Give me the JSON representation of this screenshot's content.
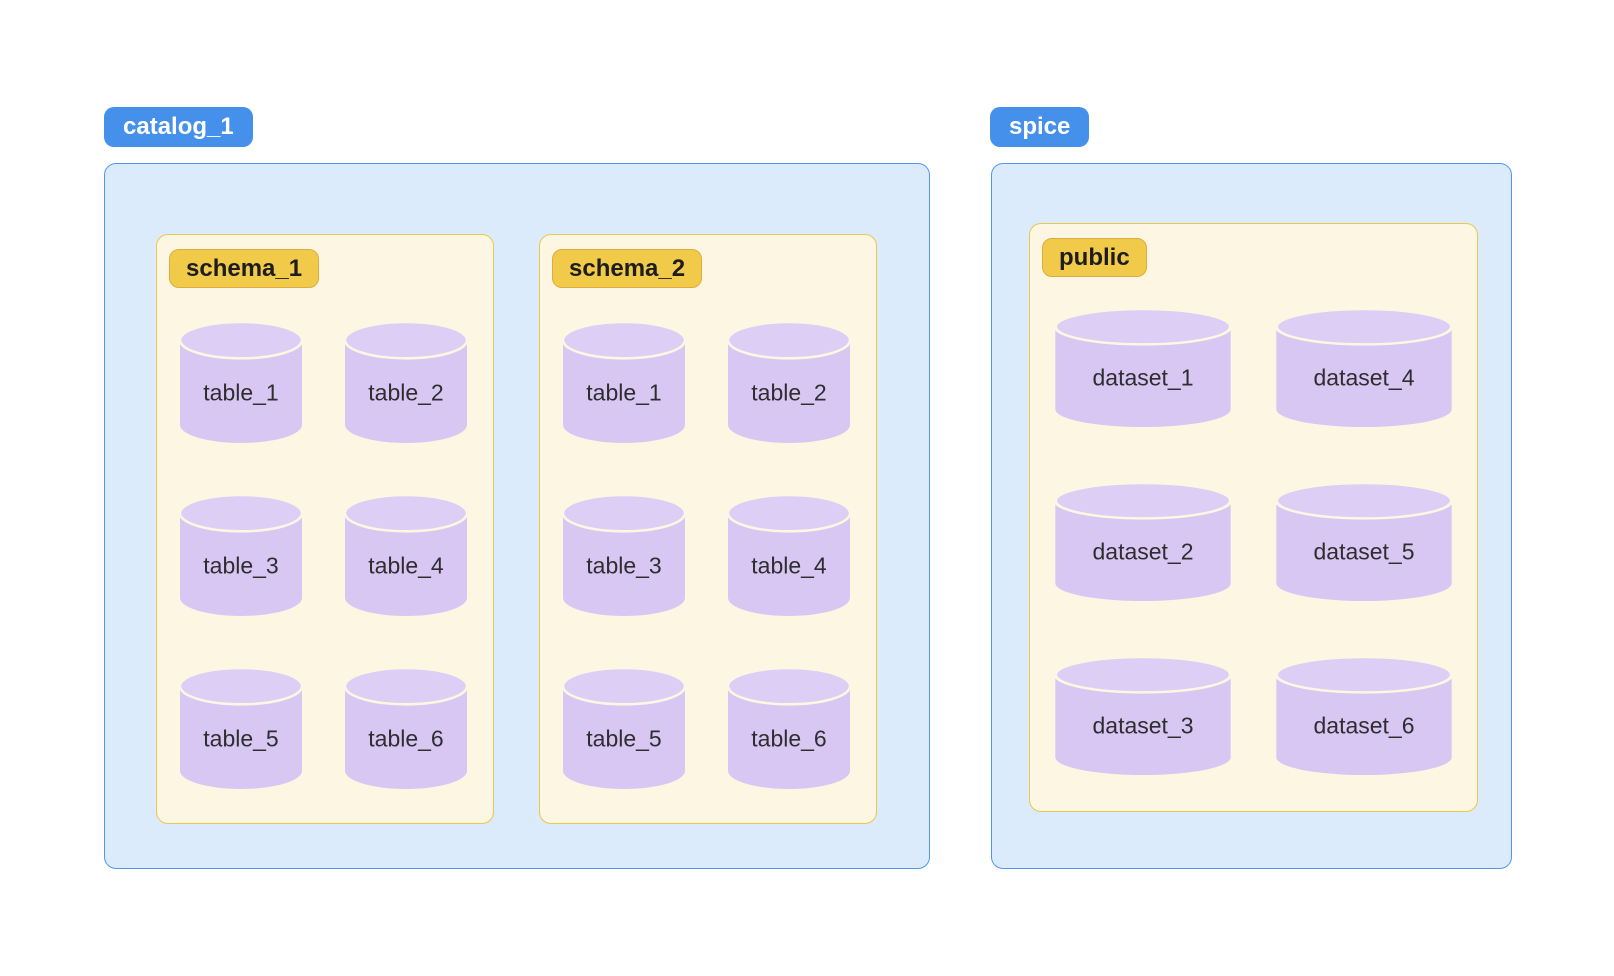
{
  "diagram": {
    "catalogs": [
      {
        "label": "catalog_1",
        "schemas": [
          {
            "label": "schema_1",
            "tables": [
              "table_1",
              "table_2",
              "table_3",
              "table_4",
              "table_5",
              "table_6"
            ]
          },
          {
            "label": "schema_2",
            "tables": [
              "table_1",
              "table_2",
              "table_3",
              "table_4",
              "table_5",
              "table_6"
            ]
          }
        ]
      },
      {
        "label": "spice",
        "schemas": [
          {
            "label": "public",
            "tables": [
              "dataset_1",
              "dataset_2",
              "dataset_3",
              "dataset_4",
              "dataset_5",
              "dataset_6"
            ]
          }
        ]
      }
    ],
    "colors": {
      "catalog_badge_bg": "#4590ea",
      "catalog_badge_text": "#ffffff",
      "catalog_box_bg": "#dcebfb",
      "catalog_box_border": "#4f96ee",
      "schema_badge_bg": "#f2ca4a",
      "schema_badge_border": "#dcab41",
      "schema_badge_text": "#1d1d1f",
      "schema_box_bg": "#fdf6e2",
      "schema_box_border": "#e9c84e",
      "cylinder_body": "#d9c7f3",
      "cylinder_top": "#ddcef6",
      "cylinder_stroke": "#fdf6e2",
      "cylinder_label_text": "#2e2e30"
    }
  }
}
